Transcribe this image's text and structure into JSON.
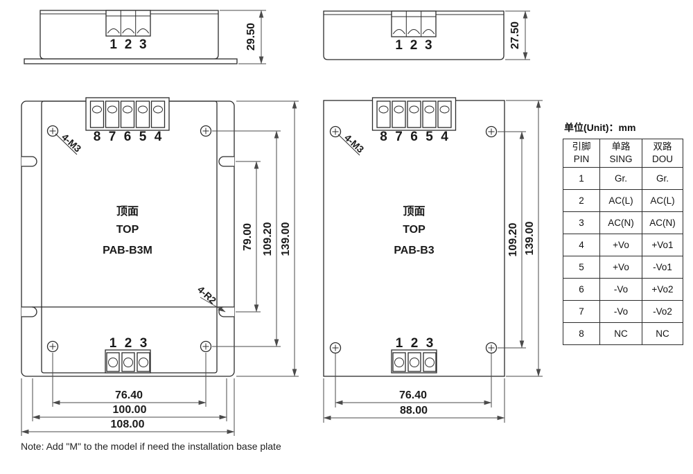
{
  "colors": {
    "line": "#2b2b2b",
    "dim_line": "#4a4a4a",
    "text": "#1a1a1a"
  },
  "side_view_m": {
    "height_dim": "29.50",
    "terminals": [
      "1",
      "2",
      "3"
    ]
  },
  "side_view": {
    "height_dim": "27.50",
    "terminals": [
      "1",
      "2",
      "3"
    ]
  },
  "top_view_m": {
    "face_cn": "顶面",
    "face_en": "TOP",
    "model": "PAB-B3M",
    "screw_note": "4-M3",
    "slot_note": "4-R2",
    "top_terminals": [
      "8",
      "7",
      "6",
      "5",
      "4"
    ],
    "bottom_terminals": [
      "1",
      "2",
      "3"
    ],
    "dim_slot_span": "79.00",
    "dim_screw_v": "109.20",
    "dim_height": "139.00",
    "dim_screw_h": "76.40",
    "dim_case_w": "100.00",
    "dim_width": "108.00"
  },
  "top_view_b": {
    "face_cn": "顶面",
    "face_en": "TOP",
    "model": "PAB-B3",
    "screw_note": "4-M3",
    "top_terminals": [
      "8",
      "7",
      "6",
      "5",
      "4"
    ],
    "bottom_terminals": [
      "1",
      "2",
      "3"
    ],
    "dim_screw_v": "109.20",
    "dim_height": "139.00",
    "dim_screw_h": "76.40",
    "dim_width": "88.00"
  },
  "pin_table": {
    "unit_label": "单位(Unit)：mm",
    "headers": [
      {
        "cn": "引脚",
        "en": "PIN"
      },
      {
        "cn": "单路",
        "en": "SING"
      },
      {
        "cn": "双路",
        "en": "DOU"
      }
    ],
    "rows": [
      [
        "1",
        "Gr.",
        "Gr."
      ],
      [
        "2",
        "AC(L)",
        "AC(L)"
      ],
      [
        "3",
        "AC(N)",
        "AC(N)"
      ],
      [
        "4",
        "+Vo",
        "+Vo1"
      ],
      [
        "5",
        "+Vo",
        "-Vo1"
      ],
      [
        "6",
        "-Vo",
        "+Vo2"
      ],
      [
        "7",
        "-Vo",
        "-Vo2"
      ],
      [
        "8",
        "NC",
        "NC"
      ]
    ]
  },
  "note": "Note: Add \"M\" to the model if need the installation base plate"
}
